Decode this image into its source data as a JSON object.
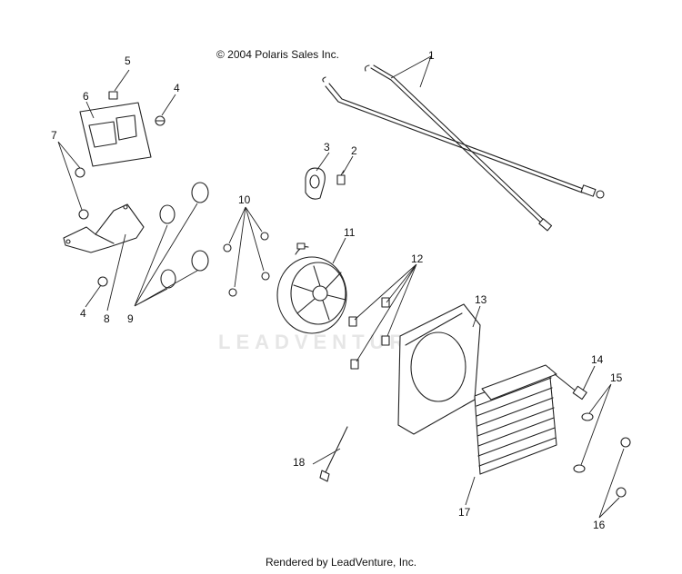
{
  "copyright": "© 2004 Polaris Sales Inc.",
  "footer": "Rendered by LeadVenture, Inc.",
  "watermark": "LEADVENTURE",
  "callouts": {
    "c1": "1",
    "c2": "2",
    "c3": "3",
    "c4a": "4",
    "c4b": "4",
    "c5": "5",
    "c6": "6",
    "c7": "7",
    "c8": "8",
    "c9": "9",
    "c10": "10",
    "c11": "11",
    "c12": "12",
    "c13": "13",
    "c14": "14",
    "c15": "15",
    "c16": "16",
    "c17": "17",
    "c18": "18"
  }
}
